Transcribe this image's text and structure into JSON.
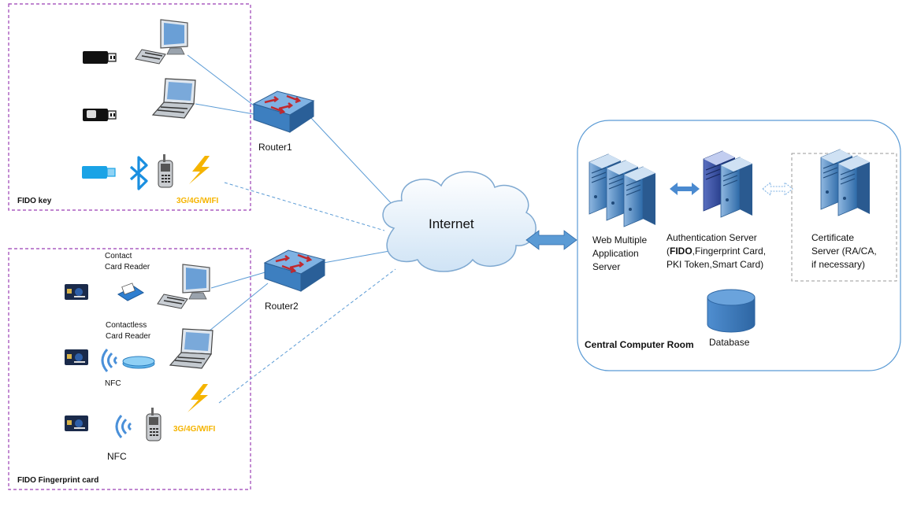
{
  "groups": {
    "fido_key": "FIDO key",
    "fido_fingerprint_card": "FIDO Fingerprint card",
    "central_computer_room": "Central Computer Room"
  },
  "network": {
    "router1": "Router1",
    "router2": "Router2",
    "internet": "Internet",
    "wireless_1": "3G/4G/WIFI",
    "wireless_2": "3G/4G/WIFI"
  },
  "devices": {
    "contact_reader_1": "Contact",
    "contact_reader_2": "Card Reader",
    "contactless_reader_1": "Contactless",
    "contactless_reader_2": "Card Reader",
    "nfc_1": "NFC",
    "nfc_2": "NFC"
  },
  "servers": {
    "web_1": "Web Multiple",
    "web_2": "Application",
    "web_3": "Server",
    "auth_1": "Authentication  Server",
    "auth_2_bold": "FIDO",
    "auth_2_rest": ",Fingerprint Card,",
    "auth_2_open": "(",
    "auth_3": "PKI Token,Smart Card)",
    "cert_1": "Certificate",
    "cert_2": "Server (RA/CA,",
    "cert_3": "if necessary)",
    "database": "Database"
  },
  "colors": {
    "group_border": "#9b3fb5",
    "room_border": "#5b9bd5",
    "link_line": "#5b9bd5",
    "server_blue": "#3f7fc0",
    "router_blue": "#4f90cf",
    "router_arrow": "#c0292f",
    "bluetooth": "#1a8fe0",
    "lightning": "#f5b400"
  }
}
